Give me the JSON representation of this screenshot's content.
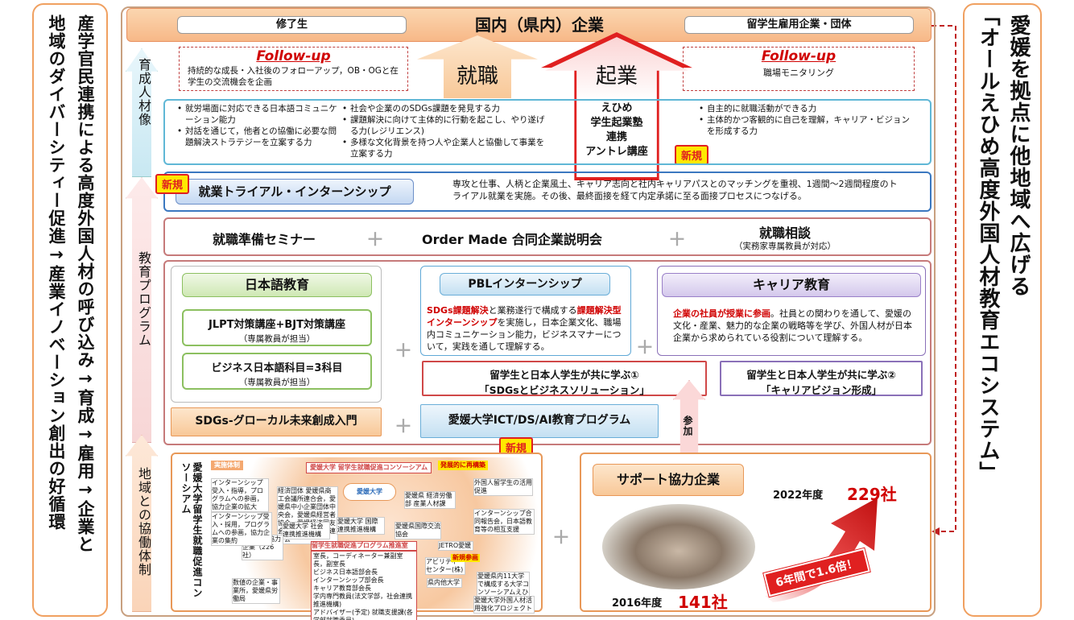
{
  "left_title": [
    "産学官民連携による高度外国人材の呼び込み→育成→雇用→企業と",
    "地域のダイバーシティー促進→産業イノベーション創出の好循環"
  ],
  "right_title": [
    "愛媛を拠点に他地域へ広げる",
    "「オールえひめ高度外国人材教育エコシステム」"
  ],
  "side_labels": {
    "ikusei": "育成人材像",
    "kyoiku": "教育プログラム",
    "chiiki": "地域との協働体制"
  },
  "top": {
    "graduates": "修了生",
    "companies": "国内（県内）企業",
    "employers": "留学生雇用企業・団体",
    "followup_left_title": "Follow-up",
    "followup_left_text": "持続的な成長・入社後のフォローアップ，OB・OGと在学生の交流機会を企画",
    "followup_right_title": "Follow-up",
    "followup_right_text": "職場モニタリング",
    "shushoku": "就職",
    "kigyo": "起業",
    "ehime_juku": [
      "えひめ",
      "学生起業塾",
      "連携",
      "アントレ講座"
    ],
    "shinki": "新規"
  },
  "abilities": {
    "col1": [
      "就労場面に対応できる日本語コミュニケーション能力",
      "対話を通じて，他者との協働に必要な問題解決ストラテジーを立案する力"
    ],
    "col2": [
      "社会や企業ののSDGs課題を発見する力",
      "課題解決に向けて主体的に行動を起こし、やり遂げる力(レジリエンス)",
      "多様な文化背景を持つ人や企業人と協働して事業を立案する力"
    ],
    "col3": [
      "自主的に就職活動ができる力",
      "主体的かつ客観的に自己を理解，キャリア・ビジョンを形成する力"
    ]
  },
  "trial": {
    "shinki": "新規",
    "title": "就業トライアル・インターンシップ",
    "desc": "専攻と仕事、人柄と企業風土、キャリア志向と社内キャリアパスとのマッチングを重視、1週間～2週間程度のトライアル就業を実施。その後、最終面接を経て内定承諾に至る面接プロセスにつなげる。"
  },
  "row3": {
    "seminar": "就職準備セミナー",
    "plus": "＋",
    "ordermade": "Order Made 合同企業説明会",
    "soudan": "就職相談",
    "soudan_sub": "（実務家専属教員が対応）"
  },
  "japanese": {
    "title": "日本語教育",
    "jlpt": "JLPT対策講座+BJT対策講座",
    "jlpt_sub": "（専属教員が担当）",
    "business": "ビジネス日本語科目=3科目",
    "business_sub": "（専属教員が担当）"
  },
  "pbl": {
    "title": "PBLインターンシップ",
    "t1": "SDGs課題解決",
    "t2": "と業務遂行で構成する",
    "t3": "課題解決型インターンシップ",
    "t4": "を実施し，日本企業文化、職場内コミュニケーション能力，ビジネスマナーについて，実践を通して理解する。"
  },
  "career": {
    "title": "キャリア教育",
    "t1": "企業の社員が授業に参画",
    "t2": "。社員との関わりを通して、愛媛の文化・産業、魅力的な企業の戦略等を学び、外国人材が日本企業から求められている役割について理解する。"
  },
  "learn1": {
    "l1": "留学生と日本人学生が共に学ぶ①",
    "l2": "「SDGsとビジネスソリューション」"
  },
  "learn2": {
    "l1": "留学生と日本人学生が共に学ぶ②",
    "l2": "「キャリアビジョン形成」"
  },
  "sdgs_glocal": "SDGs-グローカル未来創成入門",
  "ict": "愛媛大学ICT/DS/AI教育プログラム",
  "shinki2": "新規",
  "sanka": "参加",
  "consortium": {
    "vertical": "愛媛大学留学生就職促進コンソーシアム",
    "jisshi": "実施体制",
    "header": "愛媛大学 留学生就職促進コンソーシアム",
    "new_badge": "発展的に再構築",
    "center": "愛媛大学",
    "nodes": [
      "インターンシップ受入・指導，プログラムへの参画，協力企業の拡大",
      "経済団体 愛媛県商工会議所連合会，愛媛県中小企業団体中央会，愛媛県経営者協会，愛媛経済同友会，愛媛県商工会連合会",
      "愛媛県 経済労働部 産業人材課",
      "JETRO愛媛",
      "愛媛大学 社会連携推進機構",
      "愛媛大学 国際連携推進機構",
      "サポート協力企業（226社）",
      "愛媛県国際交流協会",
      "インターンシップ受入・採用，プログラムへの参画，協力企業の集約",
      "アビリティーセンター(株)",
      "県内他大学",
      "留学生就職促進プログラム推進室",
      "室長，コーディネーター兼副室長，副室長",
      "ビジネス日本語部会長",
      "インターンシップ部会長",
      "キャリア教育部会長",
      "学内専門教員(法文学部，社会連携推進機構)",
      "アドバイザー(予定) 就職支援課(各学部就職委員)",
      "数値の企業・事業所，愛媛県労働局",
      "新規参画",
      "愛媛県内11大学で構成する大学コンソーシアムえひめ",
      "外国人留学生の活用促進",
      "インターンシップ合同報告会，日本語教育等の相互支援",
      "愛媛大学外国人材活用強化プロジェクト"
    ]
  },
  "support": {
    "title": "サポート協力企業",
    "y2022_label": "2022年度",
    "y2022_value": "229社",
    "y2016_label": "2016年度",
    "y2016_value": "141社",
    "growth": "6年間で1.6倍！"
  }
}
